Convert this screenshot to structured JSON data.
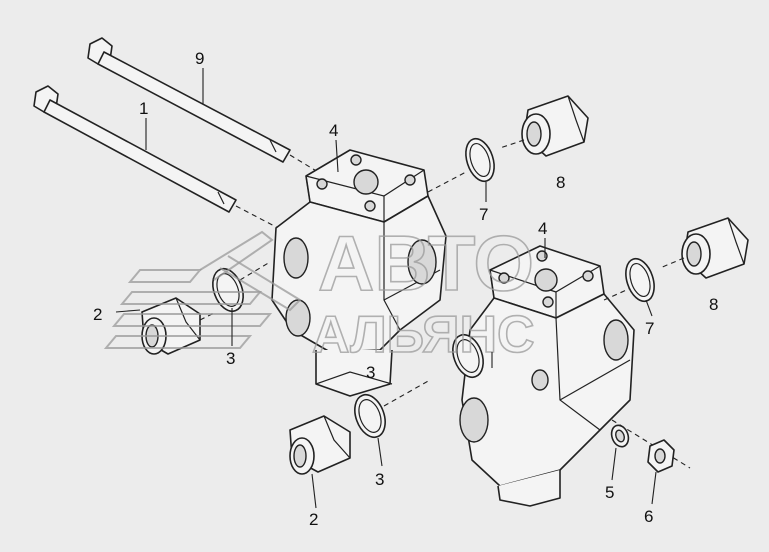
{
  "watermark": {
    "line1": "АВТО",
    "line2": "АЛЬЯНС"
  },
  "callouts": [
    {
      "id": "c9",
      "label": "9"
    },
    {
      "id": "c1",
      "label": "1"
    },
    {
      "id": "c4a",
      "label": "4"
    },
    {
      "id": "c8a",
      "label": "8"
    },
    {
      "id": "c7a",
      "label": "7"
    },
    {
      "id": "c4b",
      "label": "4"
    },
    {
      "id": "c8b",
      "label": "8"
    },
    {
      "id": "c7b",
      "label": "7"
    },
    {
      "id": "c2a",
      "label": "2"
    },
    {
      "id": "c3a",
      "label": "3"
    },
    {
      "id": "c3b",
      "label": "3"
    },
    {
      "id": "c3c",
      "label": "3"
    },
    {
      "id": "c2b",
      "label": "2"
    },
    {
      "id": "c5",
      "label": "5"
    },
    {
      "id": "c6",
      "label": "6"
    }
  ],
  "colors": {
    "background": "#ececec",
    "line": "#222222",
    "watermark": "#9a9a9a"
  }
}
